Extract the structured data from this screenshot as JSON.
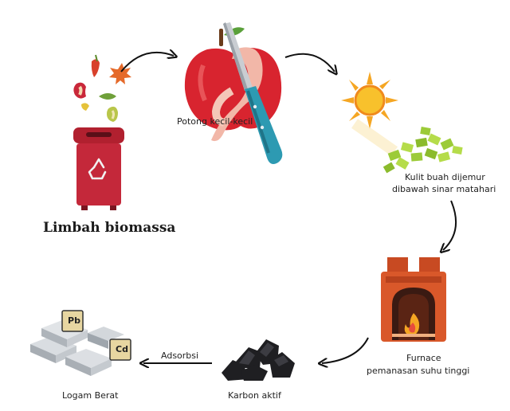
{
  "steps": {
    "biomass_title": "Limbah biomassa",
    "cut_label": "Potong kecil-kecil",
    "dry_label_line1": "Kulit buah dijemur",
    "dry_label_line2": "dibawah sinar matahari",
    "furnace_label_line1": "Furnace",
    "furnace_label_line2": "pemanasan suhu tinggi",
    "carbon_label": "Karbon aktif",
    "metals_label": "Logam Berat",
    "adsorb_label": "Adsorbsi"
  },
  "metal_bars": {
    "bar1": "Pb",
    "bar2": "Cd"
  },
  "icons": [
    "food-waste-icon",
    "recycle-bin-icon",
    "apple-knife-icon",
    "sun-icon",
    "dried-peel-icon",
    "furnace-icon",
    "activated-carbon-icon",
    "metal-ingots-icon"
  ],
  "colors": {
    "bin_red": "#c4283a",
    "apple_red": "#d8242f",
    "sun": "#f5a623",
    "peel_green": "#9ccb38",
    "furnace_orange": "#d9582a",
    "carbon": "#1f1f22"
  }
}
